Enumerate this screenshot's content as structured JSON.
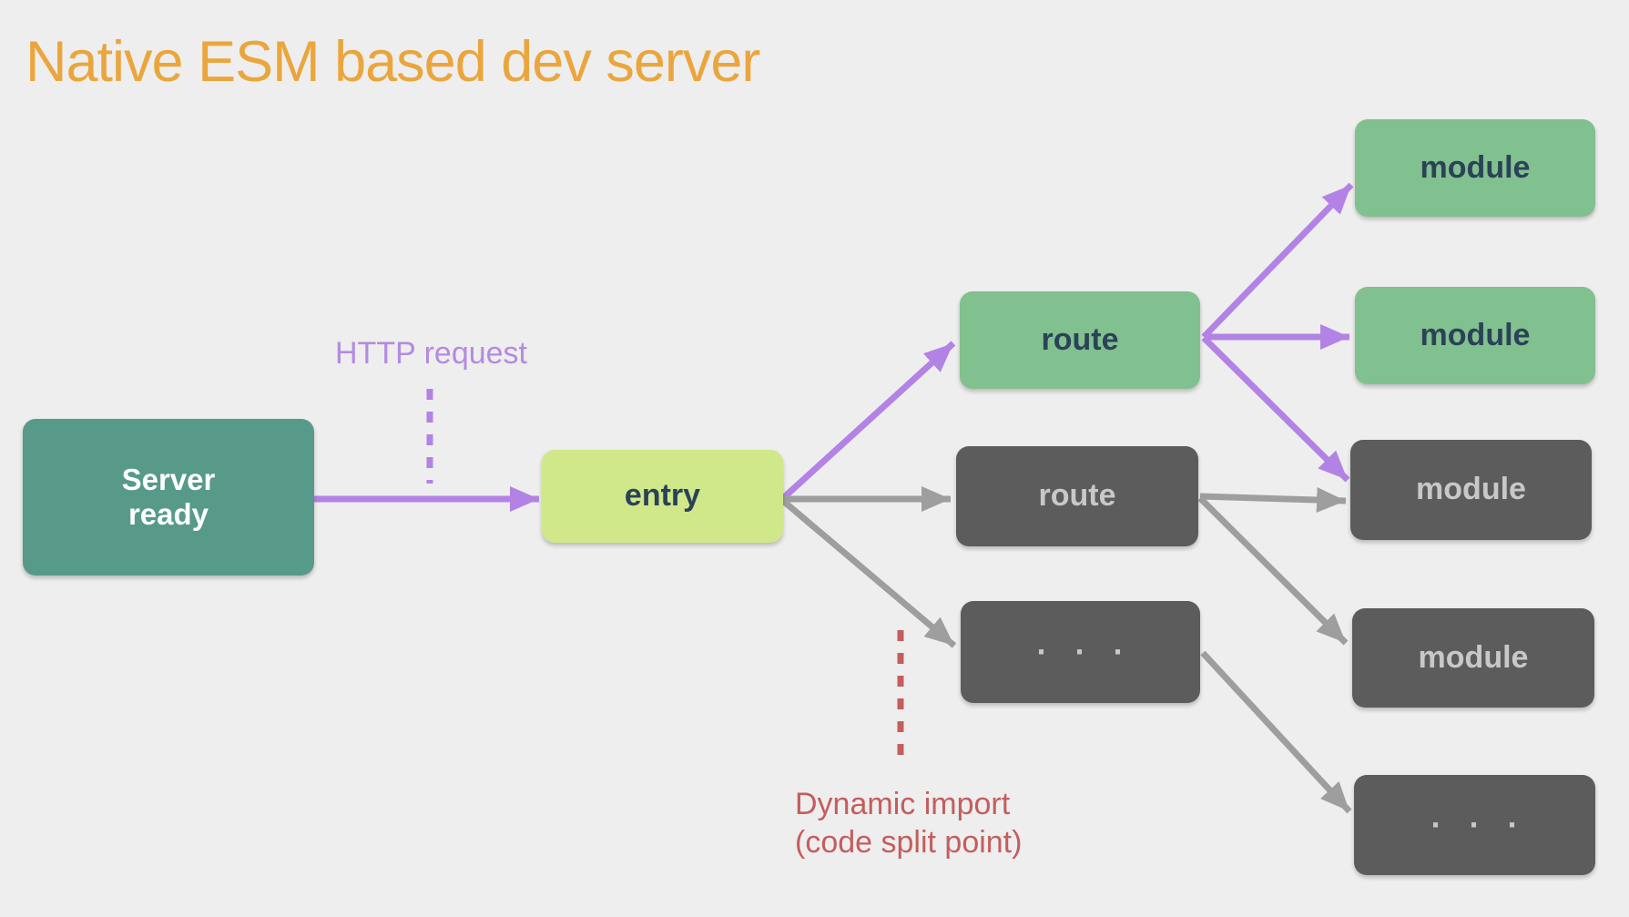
{
  "title": "Native ESM based dev server",
  "colors": {
    "background": "#eeeeee",
    "title": "#eaa63d",
    "teal": "#579a8a",
    "lime": "#d0e88a",
    "green": "#81c08f",
    "dark": "#5c5c5c",
    "purple": "#b283e4",
    "purple_text": "#b48be0",
    "gray": "#9e9e9e",
    "red": "#c55d5d",
    "dark_text": "#2b4257",
    "light_text": "#c8c8c8",
    "white_text": "#ffffff"
  },
  "nodes": [
    {
      "id": "server-ready",
      "label": "Server\nready",
      "color_role": "teal"
    },
    {
      "id": "entry",
      "label": "entry",
      "color_role": "lime"
    },
    {
      "id": "route-green",
      "label": "route",
      "color_role": "green"
    },
    {
      "id": "module-1",
      "label": "module",
      "color_role": "green"
    },
    {
      "id": "module-2",
      "label": "module",
      "color_role": "green"
    },
    {
      "id": "route-dark",
      "label": "route",
      "color_role": "dark"
    },
    {
      "id": "module-3",
      "label": "module",
      "color_role": "dark"
    },
    {
      "id": "ellipsis-1",
      "label": "· · ·",
      "color_role": "dark"
    },
    {
      "id": "module-4",
      "label": "module",
      "color_role": "dark"
    },
    {
      "id": "ellipsis-2",
      "label": "· · ·",
      "color_role": "dark"
    }
  ],
  "edges": [
    {
      "from": "server-ready",
      "to": "entry",
      "color": "purple",
      "style": "solid"
    },
    {
      "from": "entry",
      "to": "route-green",
      "color": "purple",
      "style": "solid"
    },
    {
      "from": "entry",
      "to": "route-dark",
      "color": "gray",
      "style": "solid"
    },
    {
      "from": "entry",
      "to": "ellipsis-1",
      "color": "gray",
      "style": "solid"
    },
    {
      "from": "route-green",
      "to": "module-1",
      "color": "purple",
      "style": "solid"
    },
    {
      "from": "route-green",
      "to": "module-2",
      "color": "purple",
      "style": "solid"
    },
    {
      "from": "route-green",
      "to": "module-3",
      "color": "purple",
      "style": "solid"
    },
    {
      "from": "route-dark",
      "to": "module-3",
      "color": "gray",
      "style": "solid"
    },
    {
      "from": "route-dark",
      "to": "module-4",
      "color": "gray",
      "style": "solid"
    },
    {
      "from": "ellipsis-1",
      "to": "ellipsis-2",
      "color": "gray",
      "style": "solid"
    }
  ],
  "annotations": {
    "http_request": "HTTP request",
    "dynamic_import_line1": "Dynamic import",
    "dynamic_import_line2": "(code split point)"
  }
}
